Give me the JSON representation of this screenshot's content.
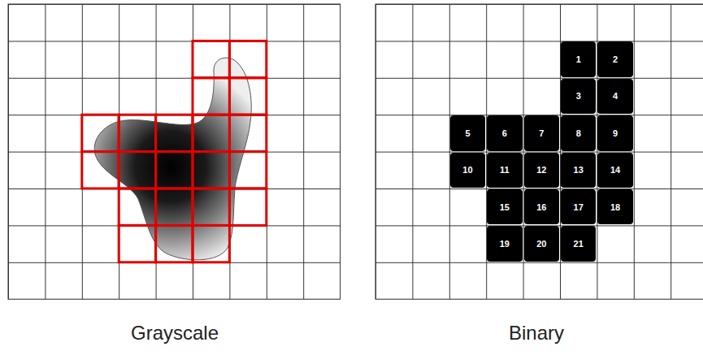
{
  "diagram": {
    "nodes": [
      {
        "text": [
          "1"
        ]
      },
      {
        "text": [
          "2"
        ]
      },
      {
        "text": [
          "3"
        ]
      },
      {
        "text": [
          "4"
        ]
      },
      {
        "text": [
          "5"
        ]
      },
      {
        "text": [
          "6"
        ]
      },
      {
        "text": [
          "7"
        ]
      },
      {
        "text": [
          "8"
        ]
      },
      {
        "text": [
          "9"
        ]
      },
      {
        "text": [
          "10"
        ]
      },
      {
        "text": [
          "11"
        ]
      },
      {
        "text": [
          "12"
        ]
      },
      {
        "text": [
          "13"
        ]
      },
      {
        "text": [
          "14"
        ]
      },
      {
        "text": [
          "15"
        ]
      },
      {
        "text": [
          "16"
        ]
      },
      {
        "text": [
          "17"
        ]
      },
      {
        "text": [
          "18"
        ]
      },
      {
        "text": [
          "19"
        ]
      },
      {
        "text": [
          "20"
        ]
      },
      {
        "text": [
          "21"
        ]
      }
    ],
    "labels": [
      "Grayscale",
      "Binary"
    ]
  }
}
